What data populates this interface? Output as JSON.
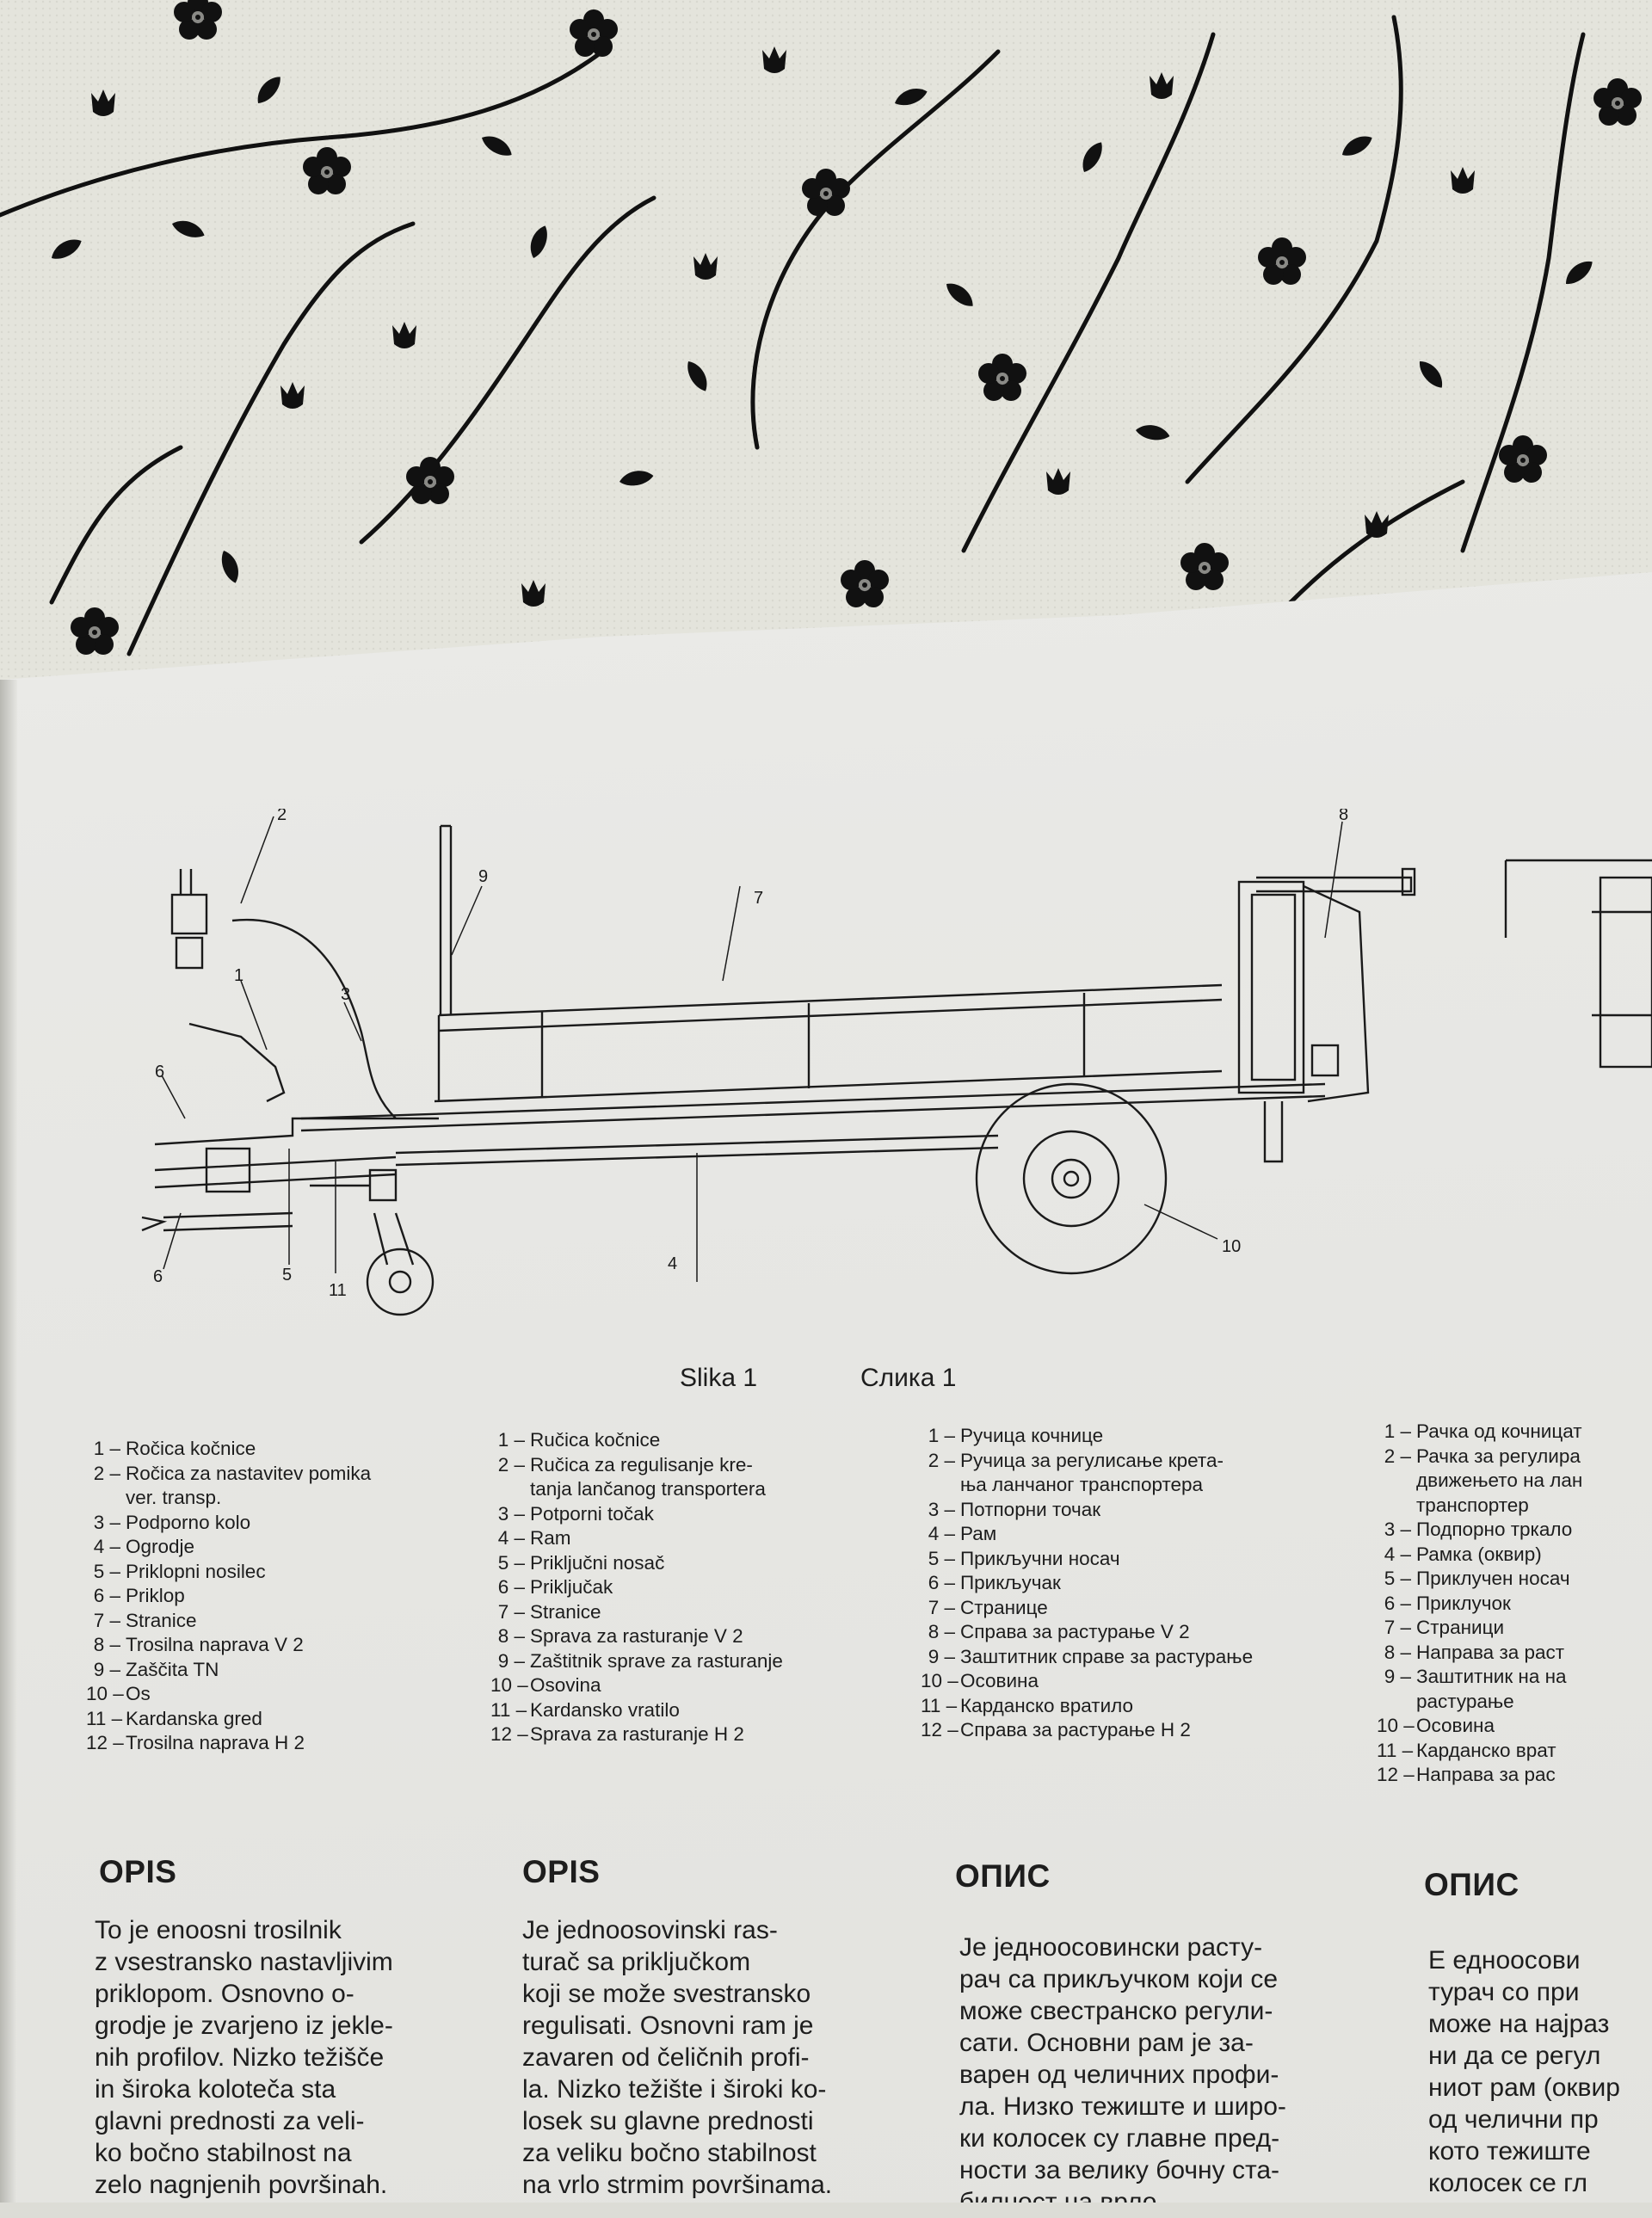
{
  "figure": {
    "callouts": [
      "1",
      "2",
      "3",
      "4",
      "5",
      "6",
      "6",
      "7",
      "8",
      "9",
      "10",
      "11"
    ]
  },
  "captions": {
    "latin": "Slika 1",
    "cyrillic": "Слика 1"
  },
  "legends": {
    "slovenian": [
      [
        "1 –",
        "Ročica kočnice"
      ],
      [
        "2 –",
        "Ročica za nastavitev pomika",
        "ver. transp."
      ],
      [
        "3 –",
        "Podporno kolo"
      ],
      [
        "4 –",
        "Ogrodje"
      ],
      [
        "5 –",
        "Priklopni nosilec"
      ],
      [
        "6 –",
        "Priklop"
      ],
      [
        "7 –",
        "Stranice"
      ],
      [
        "8 –",
        "Trosilna naprava V 2"
      ],
      [
        "9 –",
        "Zaščita TN"
      ],
      [
        "10 –",
        "Os"
      ],
      [
        "11 –",
        "Kardanska gred"
      ],
      [
        "12 –",
        "Trosilna naprava H 2"
      ]
    ],
    "serbocroatian_latin": [
      [
        "1 –",
        "Ručica kočnice"
      ],
      [
        "2 –",
        "Ručica za regulisanje kre-",
        "tanja lančanog transportera"
      ],
      [
        "3 –",
        "Potporni točak"
      ],
      [
        "4 –",
        "Ram"
      ],
      [
        "5 –",
        "Priključni nosač"
      ],
      [
        "6 –",
        "Priključak"
      ],
      [
        "7 –",
        "Stranice"
      ],
      [
        "8 –",
        "Sprava za rasturanje V 2"
      ],
      [
        "9 –",
        "Zaštitnik sprave za rasturanje"
      ],
      [
        "10 –",
        "Osovina"
      ],
      [
        "11 –",
        "Kardansko vratilo"
      ],
      [
        "12 –",
        "Sprava za rasturanje H 2"
      ]
    ],
    "serbian_cyrillic": [
      [
        "1 –",
        "Ручица кочнице"
      ],
      [
        "2 –",
        "Ручица за регулисање крета-",
        "ња ланчаног транспортера"
      ],
      [
        "3 –",
        "Потпорни точак"
      ],
      [
        "4 –",
        "Рам"
      ],
      [
        "5 –",
        "Прикључни носач"
      ],
      [
        "6 –",
        "Прикључак"
      ],
      [
        "7 –",
        "Странице"
      ],
      [
        "8 –",
        "Справа за растурање V 2"
      ],
      [
        "9 –",
        "Заштитник справе за растурање"
      ],
      [
        "10 –",
        "Осовина"
      ],
      [
        "11 –",
        "Карданско вратило"
      ],
      [
        "12 –",
        "Справа за растурање H 2"
      ]
    ],
    "macedonian": [
      [
        "1 –",
        "Рачка од кочницат"
      ],
      [
        "2 –",
        "Рачка за регулира",
        "движењето на лан",
        "транспортер"
      ],
      [
        "3 –",
        "Подпорно тркало"
      ],
      [
        "4 –",
        "Рамка (оквир)"
      ],
      [
        "5 –",
        "Приклучен носач"
      ],
      [
        "6 –",
        "Приклучок"
      ],
      [
        "7 –",
        "Страници"
      ],
      [
        "8 –",
        "Направа за раст"
      ],
      [
        "9 –",
        "Заштитник на на",
        "растурање"
      ],
      [
        "10 –",
        "Осовина"
      ],
      [
        "11 –",
        "Карданско врат"
      ],
      [
        "12 –",
        "Направа за рас"
      ]
    ]
  },
  "sections": [
    {
      "heading": "OPIS",
      "lines": [
        "To je enoosni trosilnik",
        "z vsestransko nastavljivim",
        "priklopom. Osnovno o-",
        "grodje je zvarjeno iz jekle-",
        "nih profilov. Nizko težišče",
        "in široka kolotečа sta",
        "glavni prednosti za veli-",
        "ko bočno stabilnost na",
        "zelo nagnjenih površinah."
      ]
    },
    {
      "heading": "OPIS",
      "lines": [
        "Je jednoosovinski ras-",
        "turač sa priključkom",
        "koji se može svestransko",
        "regulisati. Osnovni ram je",
        "zavaren od čeličnih profi-",
        "la. Nizko težište i široki ko-",
        "losek su glavne prednosti",
        "za veliku bočno stabilnost",
        "na vrlo strmim površinama."
      ]
    },
    {
      "heading": "ОПИС",
      "lines": [
        "Је једноосовински расту-",
        "рач са прикључком који се",
        "може свестранско регули-",
        "сати. Основни рам је за-",
        "варен од челичних профи-",
        "ла. Низко тежиште и широ-",
        "ки колосек су главне пред-",
        "ности за велику бочну ста-",
        "билност на врло..."
      ]
    },
    {
      "heading": "ОПИС",
      "lines": [
        "Е едноосови",
        "турач со при",
        "може на најраз",
        "ни да се регул",
        "ниот рам (оквир",
        "од челични пр",
        "кото тежиште",
        "колосек се гл"
      ]
    }
  ]
}
